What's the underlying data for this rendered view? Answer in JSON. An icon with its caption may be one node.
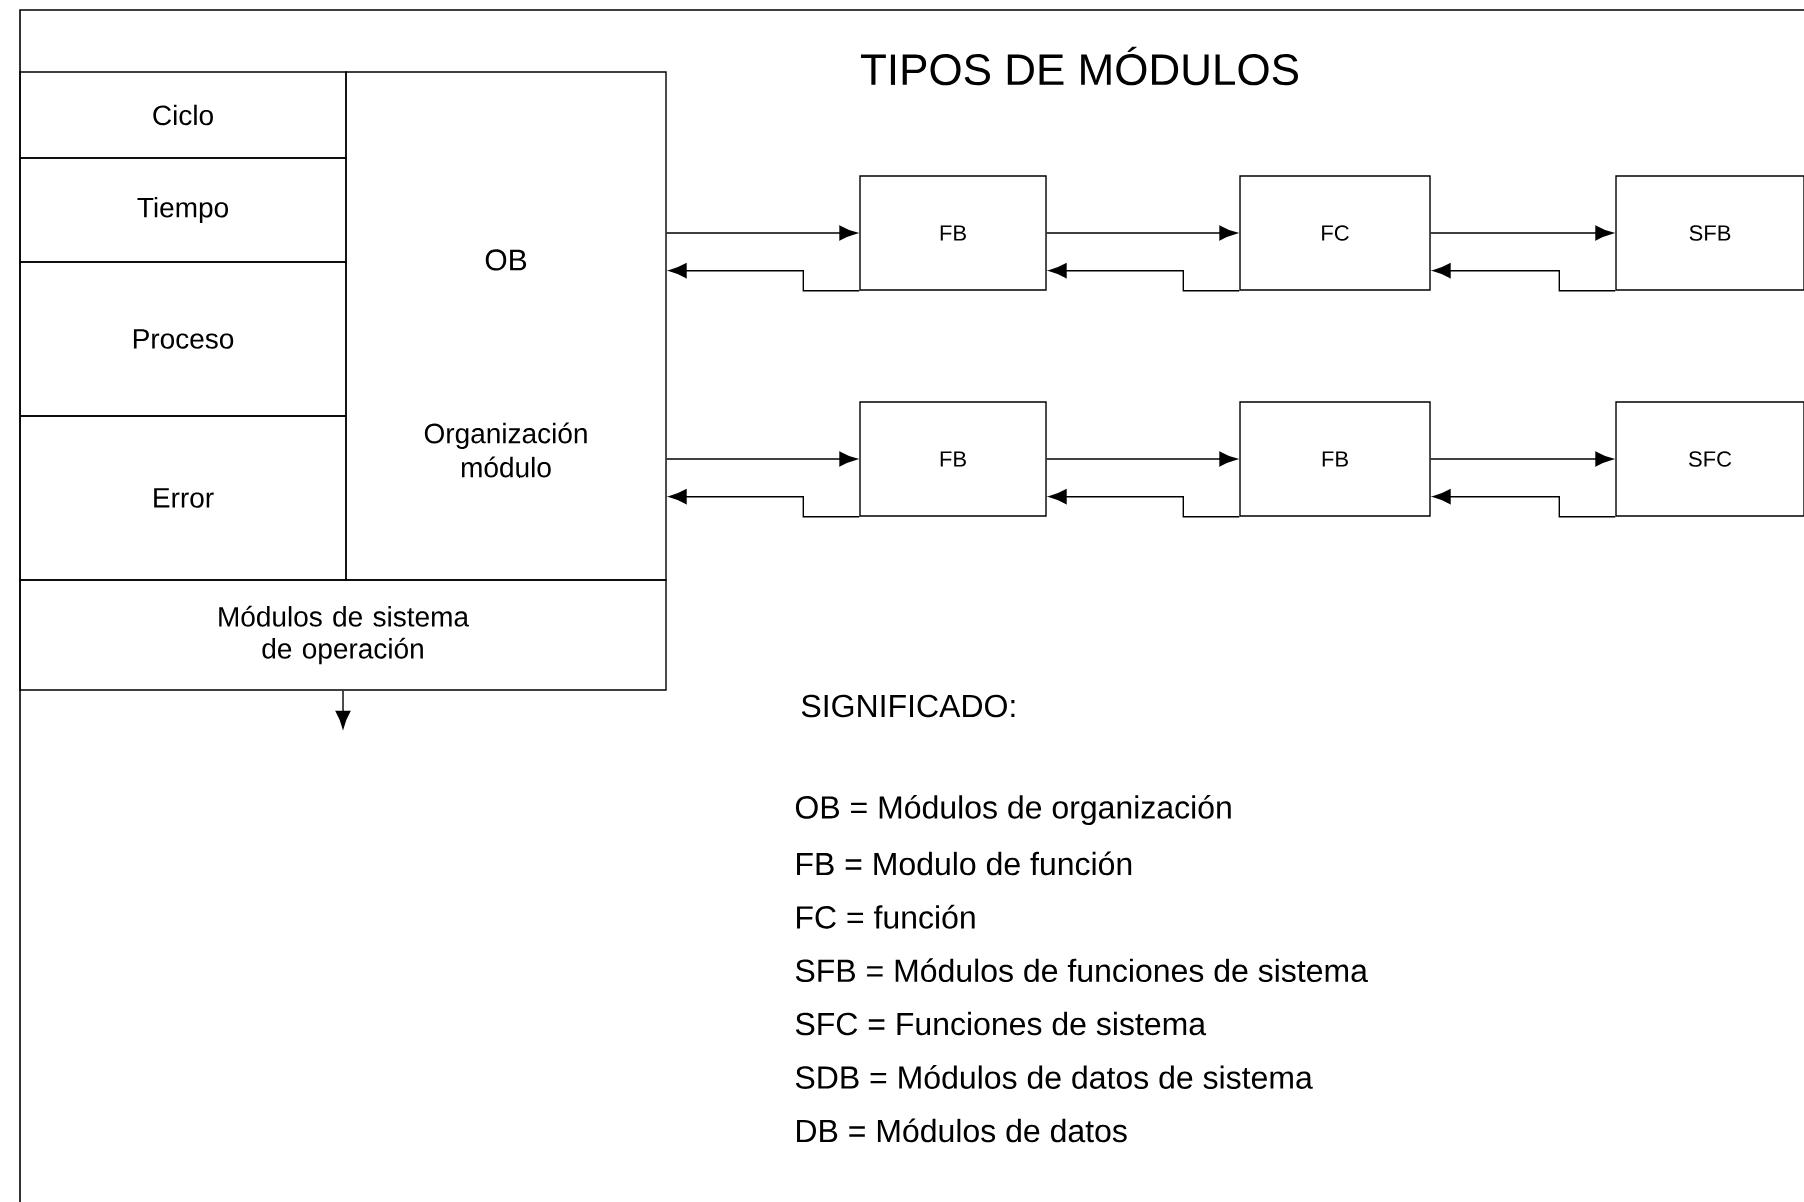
{
  "diagram": {
    "title": "TIPOS DE MÓDULOS",
    "nodes": [
      {
        "text": [
          "Ciclo"
        ]
      },
      {
        "text": [
          "Tiempo"
        ]
      },
      {
        "text": [
          "Proceso"
        ]
      },
      {
        "text": [
          "Error"
        ]
      },
      {
        "text": [
          "OB",
          "Organización módulo"
        ]
      },
      {
        "text": [
          "Módulos de sistema de operación"
        ]
      },
      {
        "text": [
          "FB"
        ]
      },
      {
        "text": [
          "FC"
        ]
      },
      {
        "text": [
          "SFB"
        ]
      },
      {
        "text": [
          "FB"
        ]
      },
      {
        "text": [
          "FB"
        ]
      },
      {
        "text": [
          "SFC"
        ]
      }
    ],
    "edges": [
      {
        "from": 4,
        "to": 6,
        "arrow": "to"
      },
      {
        "from": 6,
        "to": 4,
        "arrow": "to"
      },
      {
        "from": 6,
        "to": 7,
        "arrow": "to"
      },
      {
        "from": 7,
        "to": 6,
        "arrow": "to"
      },
      {
        "from": 7,
        "to": 8,
        "arrow": "to"
      },
      {
        "from": 8,
        "to": 7,
        "arrow": "to"
      },
      {
        "from": 4,
        "to": 9,
        "arrow": "to"
      },
      {
        "from": 9,
        "to": 4,
        "arrow": "to"
      },
      {
        "from": 9,
        "to": 10,
        "arrow": "to"
      },
      {
        "from": 10,
        "to": 9,
        "arrow": "to"
      },
      {
        "from": 10,
        "to": 11,
        "arrow": "to"
      },
      {
        "from": 11,
        "to": 10,
        "arrow": "to"
      },
      {
        "from": 5,
        "to": null,
        "arrow": "to"
      }
    ],
    "labels": [
      "SIGNIFICADO:",
      "OB = Módulos de organización",
      "FB = Modulo de función",
      "FC = función",
      "SFB = Módulos de funciones de sistema",
      "SFC = Funciones de sistema",
      "SDB = Módulos de datos de sistema",
      "DB = Módulos de datos"
    ]
  }
}
